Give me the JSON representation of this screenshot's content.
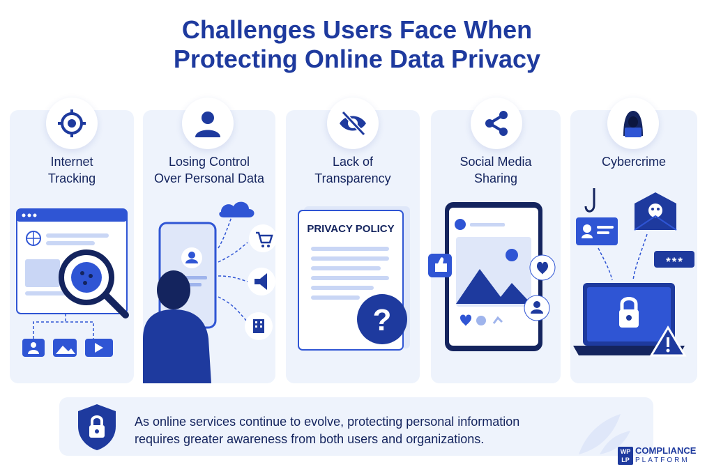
{
  "title_line1": "Challenges Users Face When",
  "title_line2": "Protecting Online Data Privacy",
  "panels": [
    {
      "title1": "Internet",
      "title2": "Tracking",
      "icon": "crosshair-icon"
    },
    {
      "title1": "Losing Control",
      "title2": "Over Personal Data",
      "icon": "user-icon"
    },
    {
      "title1": "Lack of",
      "title2": "Transparency",
      "icon": "eye-slash-icon"
    },
    {
      "title1": "Social Media",
      "title2": "Sharing",
      "icon": "share-icon"
    },
    {
      "title1": "Cybercrime",
      "title2": "",
      "icon": "hacker-icon"
    }
  ],
  "privacy_policy_label": "PRIVACY POLICY",
  "password_mask": "***",
  "footer": {
    "line1": "As online services continue to evolve, protecting personal information",
    "line2": "requires greater awareness from both users and organizations."
  },
  "brand": {
    "logo_letters": "WP LP",
    "name": "COMPLIANCE",
    "sub": "PLATFORM"
  },
  "colors": {
    "primary": "#1e3a9e",
    "accent": "#2f55d4",
    "panel": "#eef3fc"
  }
}
